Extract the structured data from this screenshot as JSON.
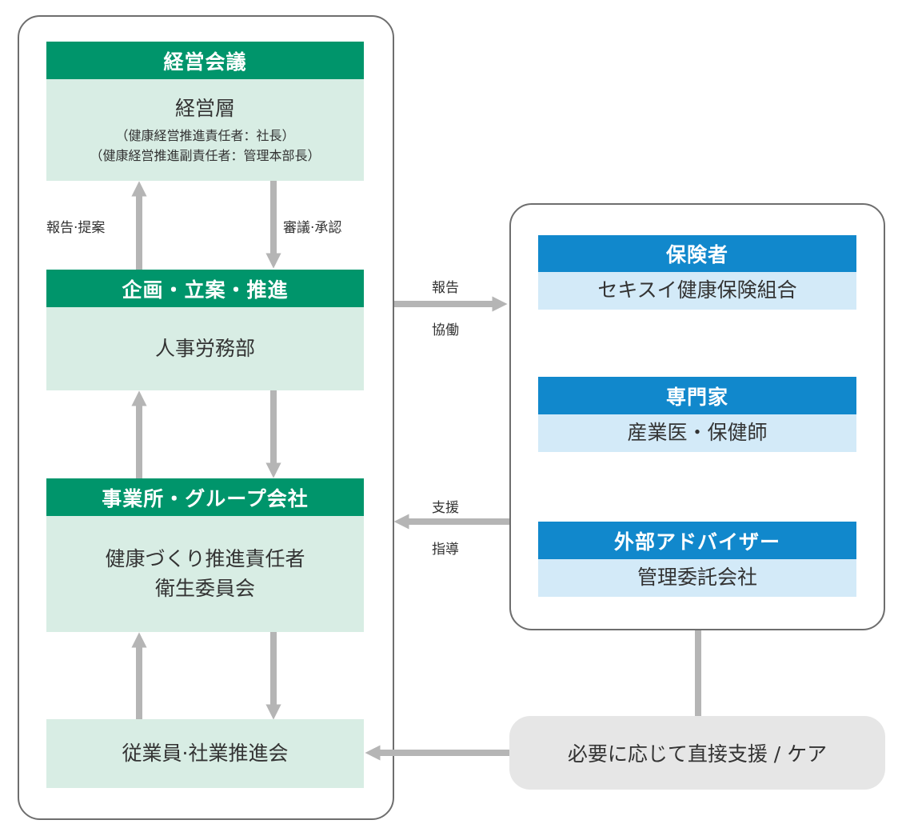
{
  "colors": {
    "green_header": "#00956b",
    "green_body": "#d8ede4",
    "blue_header": "#1188cc",
    "blue_body": "#d3eaf8",
    "arrow_gray": "#b5b5b5",
    "frame_border": "#6e6e6e",
    "pill_gray": "#e6e6e6"
  },
  "left": {
    "management": {
      "title": "経営会議",
      "main": "経営層",
      "sub1": "（健康経営推進責任者：社長）",
      "sub2": "（健康経営推進副責任者：管理本部長）"
    },
    "report_propose": "報告·提案",
    "deliberate_approve": "審議·承認",
    "planning": {
      "title": "企画・立案・推進",
      "main": "人事労務部"
    },
    "offices": {
      "title": "事業所・グループ会社",
      "line1": "健康づくり推進責任者",
      "line2": "衛生委員会"
    },
    "employees": "従業員·社業推進会"
  },
  "middle": {
    "report": "報告",
    "cooperate": "協働",
    "support": "支援",
    "guidance": "指導"
  },
  "right": {
    "insurer": {
      "title": "保険者",
      "body": "セキスイ健康保険組合"
    },
    "experts": {
      "title": "専門家",
      "body": "産業医・保健師"
    },
    "advisor": {
      "title": "外部アドバイザー",
      "body": "管理委託会社"
    }
  },
  "direct_support": "必要に応じて直接支援 / ケア"
}
